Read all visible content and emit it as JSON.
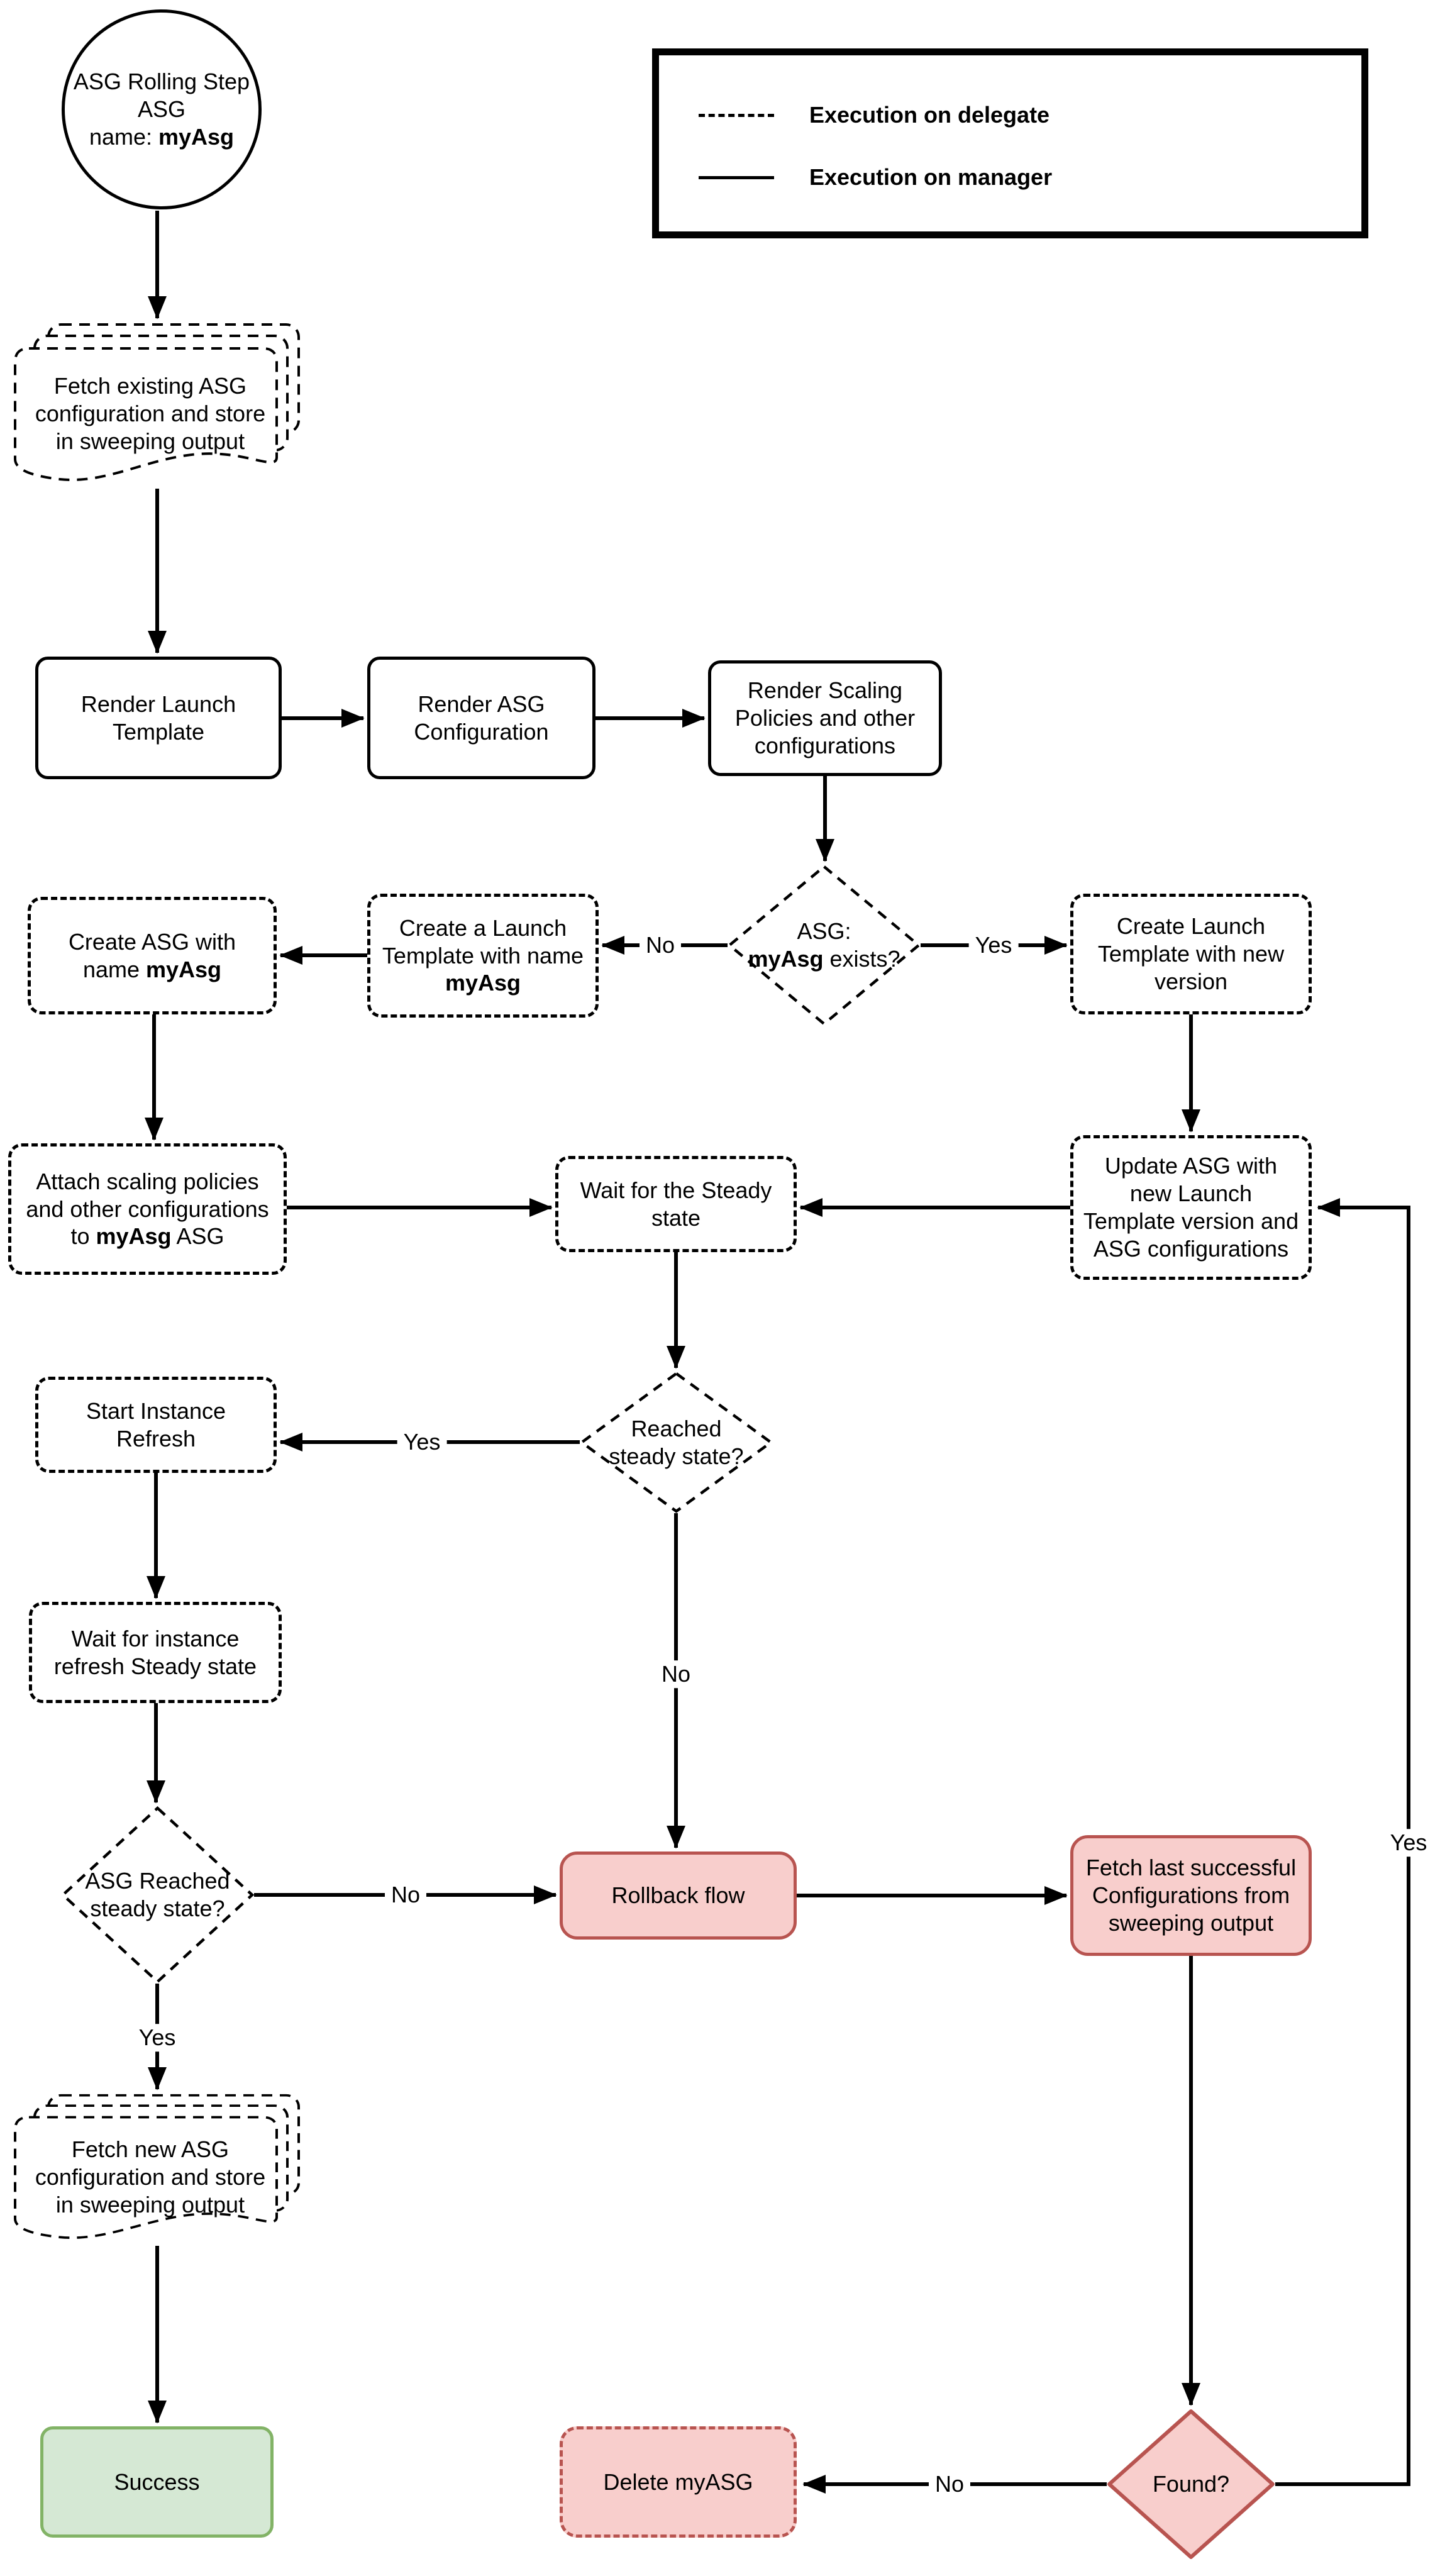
{
  "legend": {
    "delegate": "Execution on delegate",
    "manager": "Execution on manager"
  },
  "edge_labels": {
    "yes": "Yes",
    "no": "No"
  },
  "nodes": {
    "start": {
      "line1": "ASG Rolling Step",
      "line2": "ASG",
      "line3_pre": "name: ",
      "line3_bold": "myAsg"
    },
    "fetch_existing": {
      "text": "Fetch existing ASG configuration and store in sweeping output"
    },
    "render_lt": {
      "text": "Render Launch Template"
    },
    "render_asg": {
      "text": "Render ASG Configuration"
    },
    "render_scaling": {
      "text": "Render Scaling Policies and other configurations"
    },
    "asg_exists": {
      "line1": "ASG:",
      "bold": "myAsg",
      "suffix": " exists?"
    },
    "create_lt_name": {
      "pre": "Create a Launch Template with name ",
      "bold": "myAsg"
    },
    "create_asg": {
      "pre": "Create ASG with name ",
      "bold": "myAsg"
    },
    "create_lt_new": {
      "text": "Create Launch Template with new version"
    },
    "update_asg": {
      "text": "Update ASG with new Launch Template version and ASG configurations"
    },
    "wait_steady": {
      "text": "Wait for the Steady state"
    },
    "attach": {
      "pre": "Attach scaling policies and other configurations to ",
      "bold": "myAsg",
      "post": " ASG"
    },
    "reached_steady": {
      "text": "Reached steady state?"
    },
    "start_refresh": {
      "text": "Start Instance Refresh"
    },
    "wait_refresh": {
      "text": "Wait for instance refresh Steady state"
    },
    "asg_reached": {
      "text": "ASG Reached steady state?"
    },
    "rollback": {
      "text": "Rollback flow"
    },
    "fetch_last": {
      "text": "Fetch last successful Configurations from sweeping output"
    },
    "fetch_new": {
      "text": "Fetch new ASG configuration and store in sweeping output"
    },
    "success": {
      "text": "Success"
    },
    "delete_asg": {
      "text": "Delete myASG"
    },
    "found": {
      "text": "Found?"
    }
  },
  "colors": {
    "pink_fill": "#f8cecc",
    "pink_border": "#b85450",
    "green_fill": "#d5e8d4",
    "green_border": "#82b366",
    "line_color": "#000000"
  }
}
